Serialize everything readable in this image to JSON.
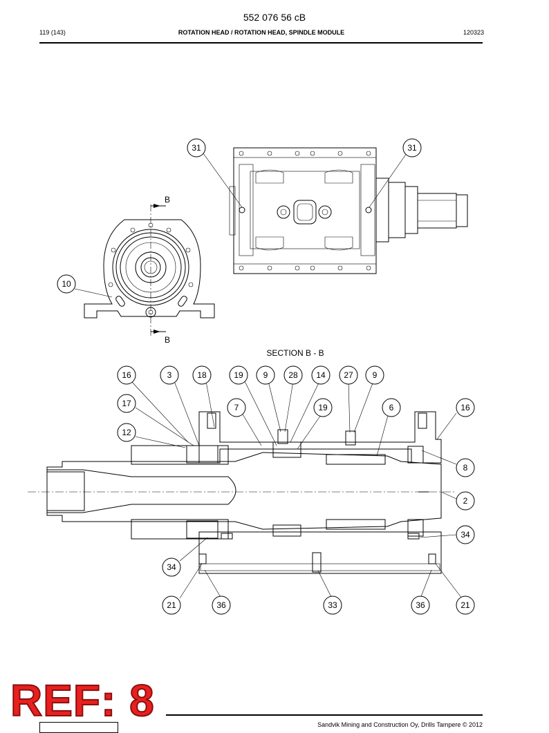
{
  "header": {
    "doc_number": "552 076 56 cB",
    "page": "119 (143)",
    "title": "ROTATION HEAD / ROTATION HEAD, SPINDLE MODULE",
    "date": "120323"
  },
  "drawing": {
    "section_title": "SECTION B - B",
    "section_marks": [
      "B",
      "B"
    ],
    "callouts_top_view": [
      "31",
      "31"
    ],
    "callouts_end_view": [
      "10"
    ],
    "callouts_section": [
      "16",
      "3",
      "18",
      "19",
      "9",
      "28",
      "14",
      "27",
      "9",
      "17",
      "7",
      "19",
      "6",
      "16",
      "12",
      "8",
      "2",
      "34",
      "34",
      "21",
      "36",
      "33",
      "36",
      "21"
    ]
  },
  "footer": {
    "company": "Sandvik Mining and Construction Oy, Drills Tampere © 2012",
    "stamp": "REF: 8"
  }
}
